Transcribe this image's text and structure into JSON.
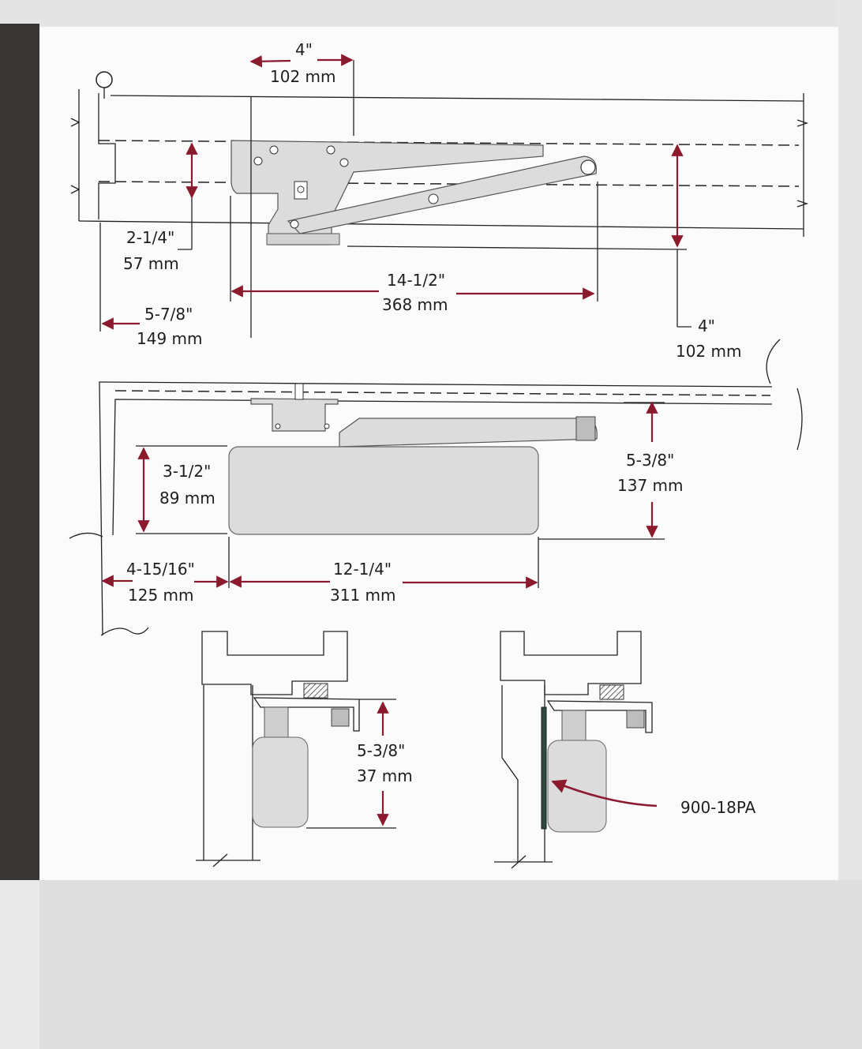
{
  "colors": {
    "accent": "#8b1a2e",
    "ink": "#222222",
    "body_fill": "#dcdcdc",
    "left_bar": "#3a3535",
    "bottom_band": "#dcdcdc"
  },
  "top_view": {
    "dim_4_in": "4\"",
    "dim_4_mm": "102 mm",
    "dim_2_1_4_in": "2-1/4\"",
    "dim_2_1_4_mm": "57 mm",
    "dim_14_1_2_in": "14-1/2\"",
    "dim_14_1_2_mm": "368 mm",
    "dim_5_7_8_in": "5-7/8\"",
    "dim_5_7_8_mm": "149 mm",
    "dim_right_4_in": "4\"",
    "dim_right_4_mm": "102 mm"
  },
  "front_view": {
    "dim_3_1_2_in": "3-1/2\"",
    "dim_3_1_2_mm": "89 mm",
    "dim_5_3_8_in": "5-3/8\"",
    "dim_5_3_8_mm": "137 mm",
    "dim_4_15_16_in": "4-15/16\"",
    "dim_4_15_16_mm": "125 mm",
    "dim_12_1_4_in": "12-1/4\"",
    "dim_12_1_4_mm": "311 mm"
  },
  "side_view": {
    "dim_5_3_8_in": "5-3/8\"",
    "dim_5_3_8_mm": "37 mm",
    "part_label": "900-18PA"
  }
}
